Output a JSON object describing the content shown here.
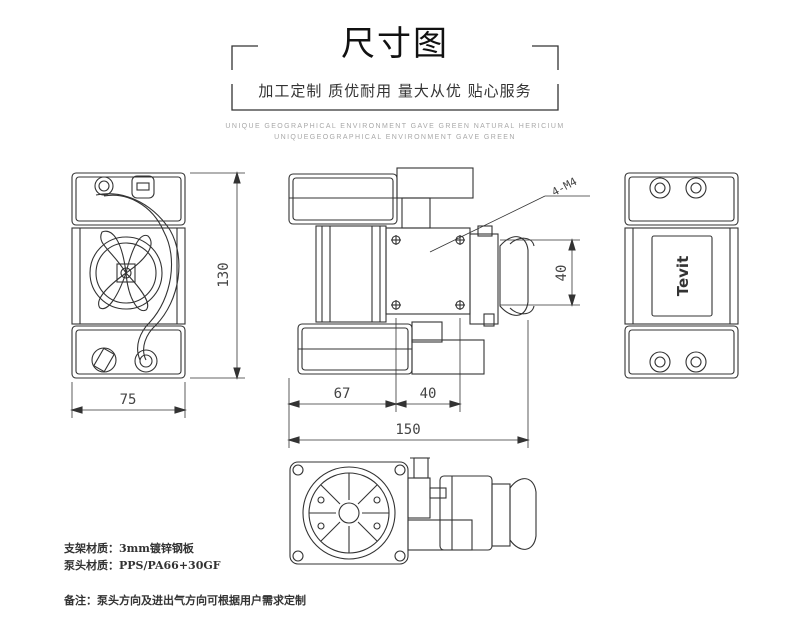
{
  "header": {
    "title": "尺寸图",
    "subtitle": "加工定制 质优耐用 量大从优 贴心服务",
    "tagline_1": "UNIQUE GEOGRAPHICAL ENVIRONMENT GAVE GREEN NATURAL HERICIUM",
    "tagline_2": "UNIQUEGEOGRAPHICAL ENVIRONMENT GAVE GREEN"
  },
  "dimensions": {
    "height": "130",
    "width_left": "75",
    "span_a": "67",
    "span_b": "40",
    "total_length": "150",
    "bolt_spec": "4-M4",
    "mount_height": "40"
  },
  "brand_mark": "Tevit",
  "notes": {
    "frame_material": "支架材质：3mm镀锌钢板",
    "head_material": "泵头材质：PPS/PA66+30GF",
    "remark": "备注：泵头方向及进出气方向可根据用户需求定制"
  }
}
